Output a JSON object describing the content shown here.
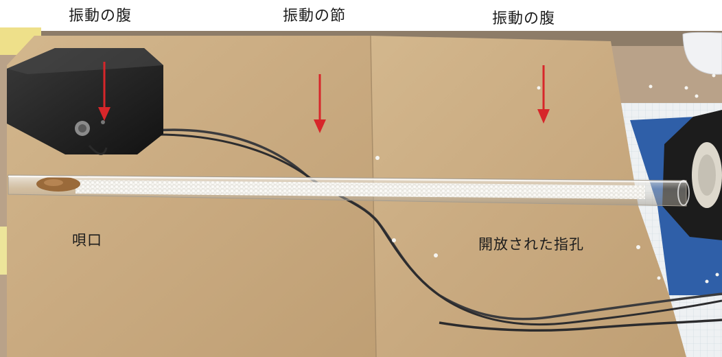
{
  "labels": {
    "antinode_left": "振動の腹",
    "node_center": "振動の節",
    "antinode_right": "振動の腹",
    "mouthpiece": "唄口",
    "open_hole": "開放された指孔"
  },
  "colors": {
    "arrow": "#d7262a",
    "cardboard": "#c9aa80",
    "speaker": "#1e1e1e",
    "blue_board": "#2f5fa8",
    "beads": "#f4f3ef"
  },
  "icons": {
    "arrow": "down-arrow-icon",
    "speaker": "speaker-icon"
  }
}
